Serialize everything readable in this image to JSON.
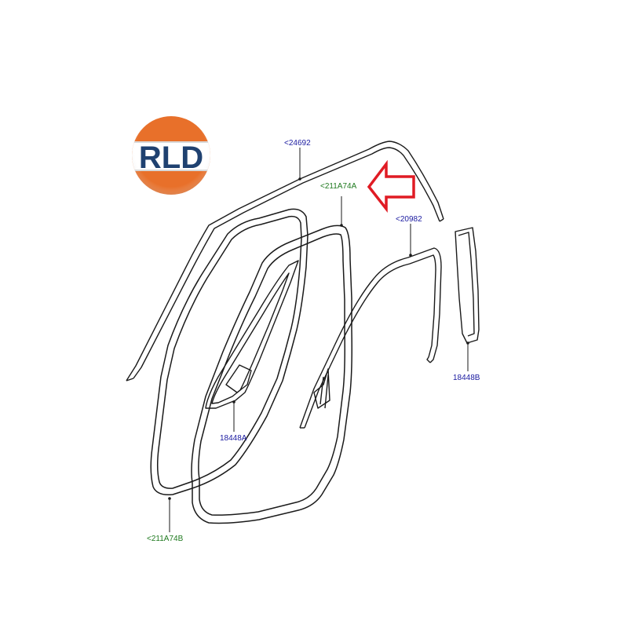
{
  "logo": {
    "text": "RLD"
  },
  "colors": {
    "logo_orange": "#e8702a",
    "logo_navy": "#1f4170",
    "label_blue": "#1a1aa0",
    "label_green": "#1f7a1f",
    "arrow_red": "#e01b24",
    "line": "#1a1a1a"
  },
  "callouts": [
    {
      "id": "24692",
      "text": "<24692"
    },
    {
      "id": "211A74A",
      "text": "<211A74A"
    },
    {
      "id": "20982",
      "text": "<20982"
    },
    {
      "id": "18448B",
      "text": "18448B"
    },
    {
      "id": "18448A",
      "text": "18448A"
    },
    {
      "id": "211A74B",
      "text": "<211A74B"
    }
  ],
  "highlight": {
    "icon": "arrow-left-icon",
    "points_to": "211A74A"
  }
}
